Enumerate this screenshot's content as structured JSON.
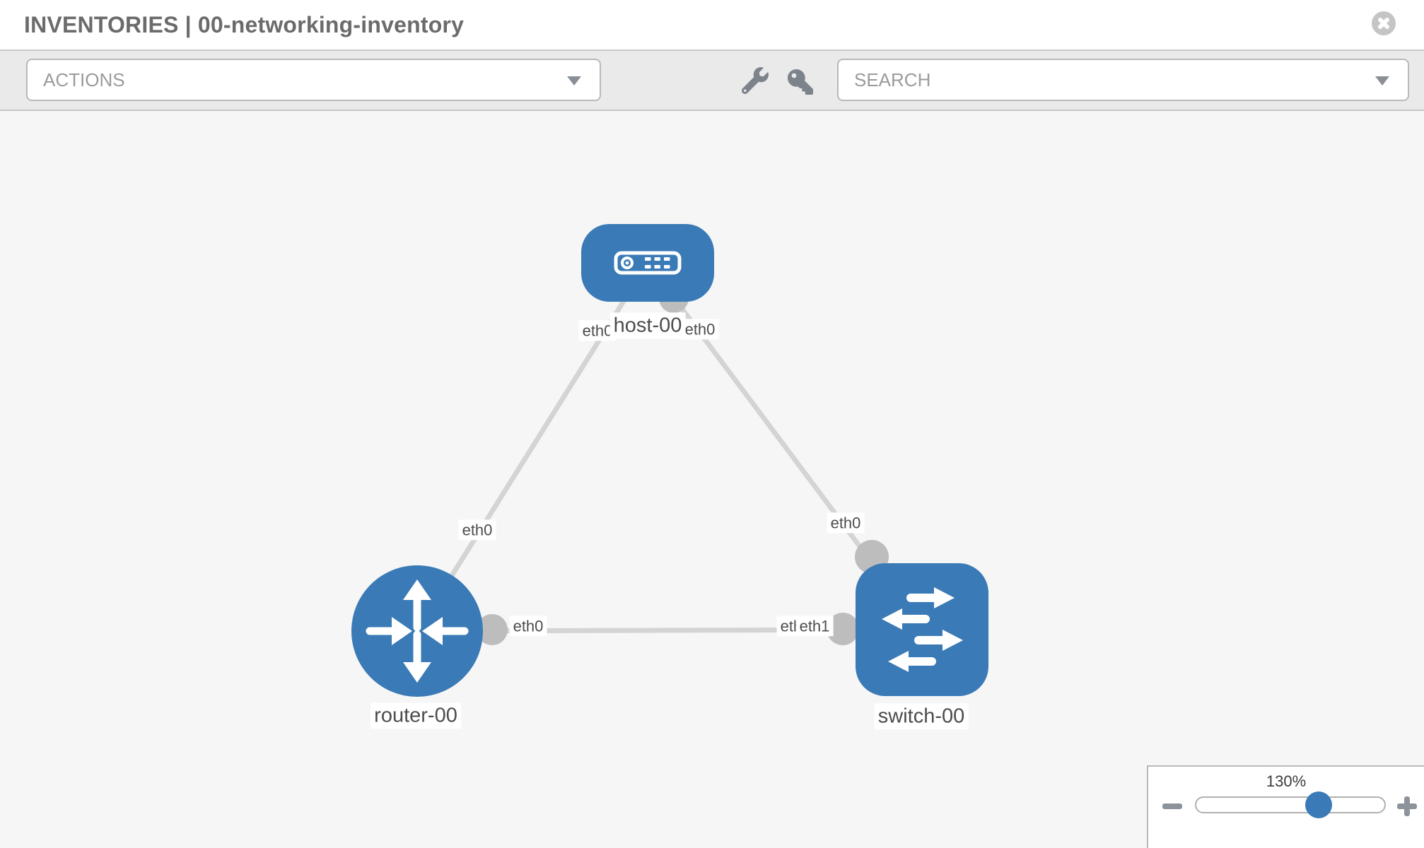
{
  "header": {
    "title": "INVENTORIES | 00-networking-inventory"
  },
  "toolbar": {
    "actions_label": "ACTIONS",
    "search_label": "SEARCH"
  },
  "icons": {
    "close": "close-icon (circle with x)",
    "actions_caret": "chevron-down-icon",
    "search_caret": "chevron-down-icon",
    "wrench": "wrench-icon",
    "key": "key-icon",
    "zoom_out": "minus-icon",
    "zoom_in": "plus-icon"
  },
  "topology": {
    "nodes": [
      {
        "id": "host-00",
        "type": "host",
        "label": "host-00"
      },
      {
        "id": "router-00",
        "type": "router",
        "label": "router-00"
      },
      {
        "id": "switch-00",
        "type": "switch",
        "label": "switch-00"
      }
    ],
    "links": [
      {
        "source": "host-00",
        "target": "router-00",
        "source_interface": "eth0",
        "target_interface": "eth0"
      },
      {
        "source": "host-00",
        "target": "switch-00",
        "source_interface": "eth0",
        "target_interface": "eth0"
      },
      {
        "source": "router-00",
        "target": "switch-00",
        "source_interface": "eth0",
        "target_interface": "eth1"
      }
    ],
    "interface_labels": [
      {
        "text": "eth0"
      },
      {
        "text": "eth0"
      },
      {
        "text": "eth0"
      },
      {
        "text": "eth0"
      },
      {
        "text": "eth0"
      },
      {
        "text": "eth0"
      },
      {
        "text": "eth1"
      }
    ]
  },
  "zoom_control": {
    "level": "130%",
    "percent_position": 65
  },
  "colors": {
    "node_blue": "#3a7ab6",
    "link_gray": "#d4d4d4",
    "interface_dot_gray": "#bdbdbd",
    "toolbar_gray": "#eaeaea",
    "canvas_gray": "#f6f6f6"
  }
}
